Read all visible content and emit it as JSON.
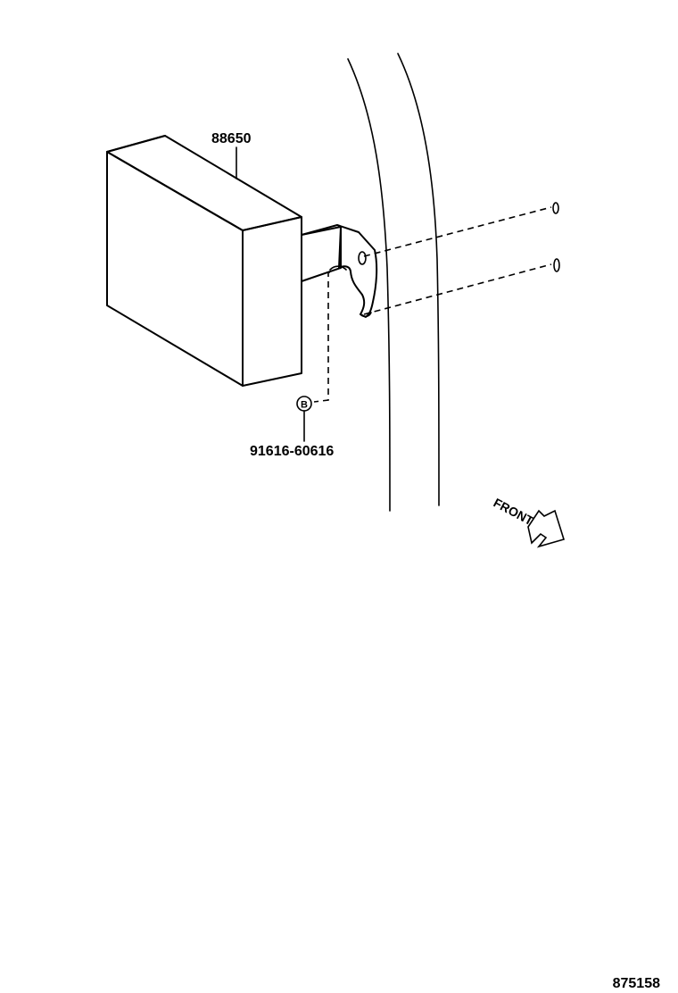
{
  "diagram": {
    "part_labels": {
      "module": "88650",
      "bolt": "91616-60616",
      "bolt_marker": "B"
    },
    "direction_label": "FRONT",
    "figure_number": "875158"
  }
}
